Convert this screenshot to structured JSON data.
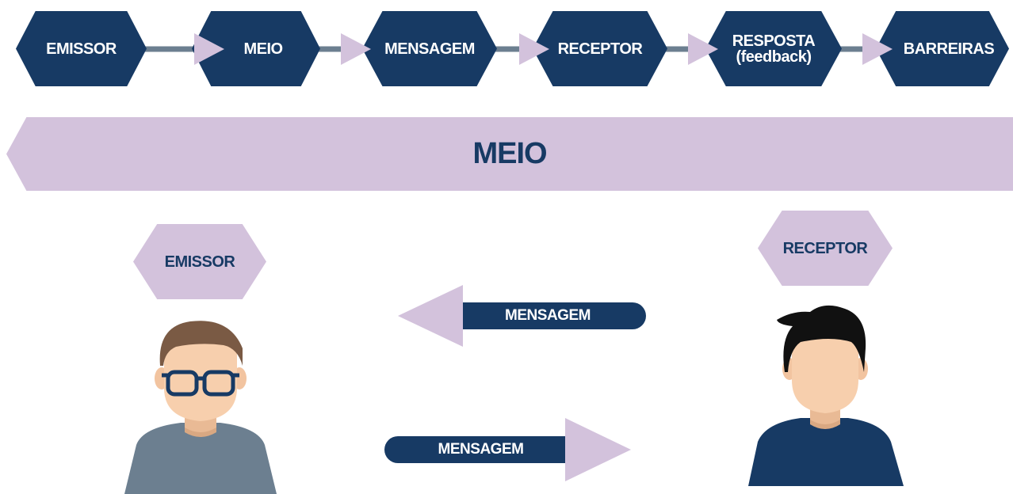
{
  "flow": {
    "steps": [
      {
        "label": "EMISSOR"
      },
      {
        "label": "MEIO"
      },
      {
        "label": "MENSAGEM"
      },
      {
        "label": "RECEPTOR"
      },
      {
        "label": "RESPOSTA",
        "sublabel": "(feedback)"
      },
      {
        "label": "BARREIRAS"
      }
    ]
  },
  "banner": {
    "label": "MEIO"
  },
  "emissor": {
    "label": "EMISSOR"
  },
  "receptor": {
    "label": "RECEPTOR"
  },
  "messages": {
    "top_label": "MENSAGEM",
    "bottom_label": "MENSAGEM"
  },
  "colors": {
    "dark_blue": "#173a64",
    "lavender": "#d3c2dc",
    "connector_gray": "#6c7f90",
    "shirt_gray": "#6c7f90",
    "hair_brown": "#7a5a44",
    "skin": "#f7cfad"
  }
}
